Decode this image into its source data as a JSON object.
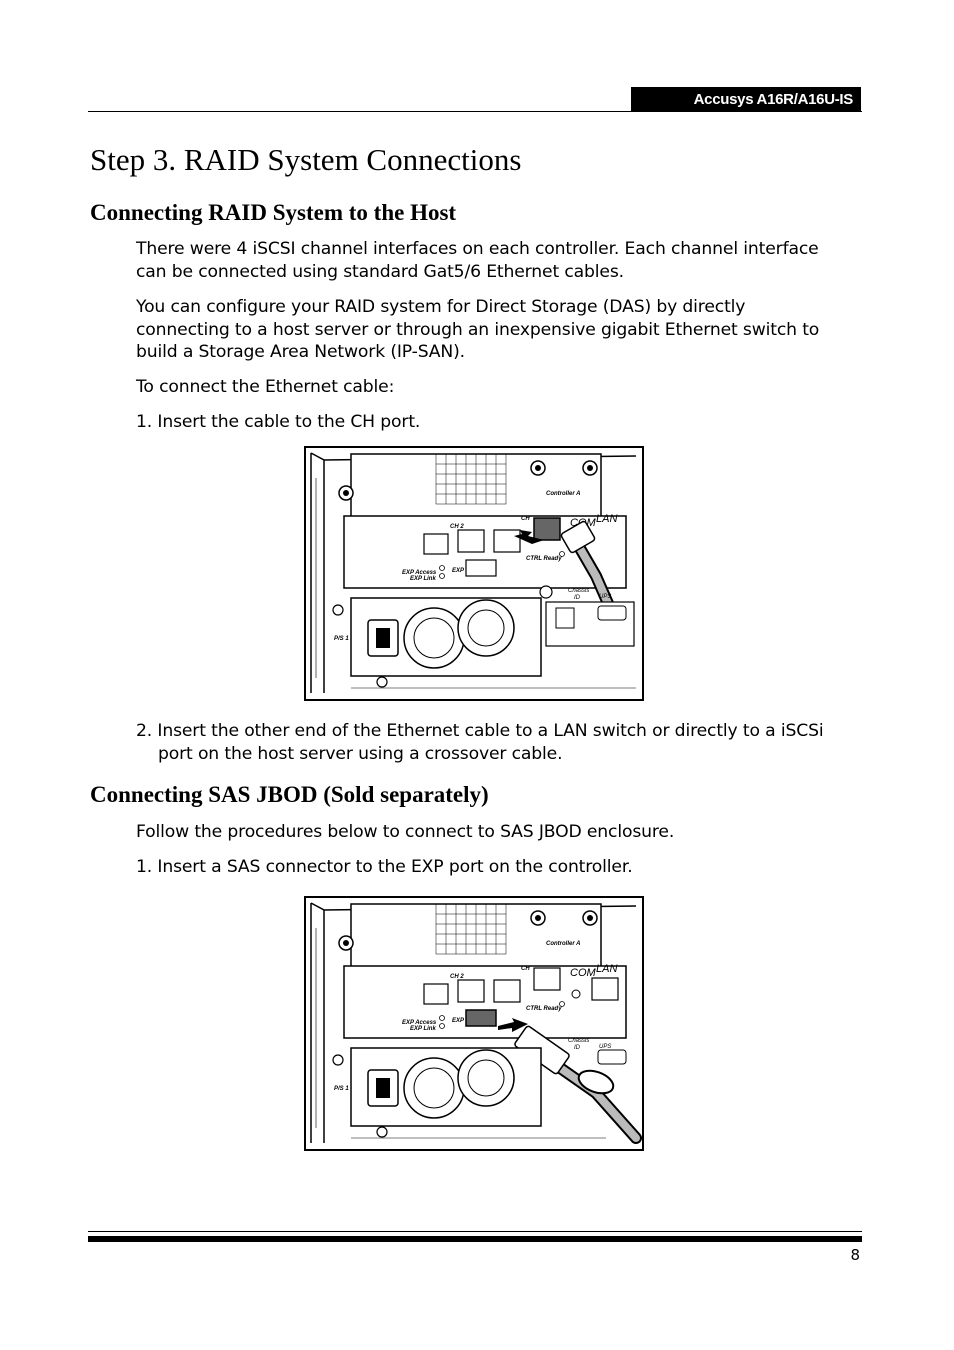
{
  "header": {
    "product": "Accusys A16R/A16U-IS"
  },
  "title": "Step 3. RAID System Connections",
  "section1": {
    "heading": "Connecting RAID System to the Host",
    "p1": "There were 4 iSCSI channel interfaces on each controller. Each channel interface can be connected using standard Gat5/6 Ethernet cables.",
    "p2": "You can configure your RAID system for Direct Storage (DAS) by directly connecting to a host server or through an inexpensive gigabit Ethernet switch to build a Storage Area Network (IP-SAN).",
    "p3": "To connect the Ethernet cable:",
    "step1": "1. Insert the cable to the CH port.",
    "step2": "2. Insert the other end of the Ethernet cable to a LAN switch or directly to a iSCSi port on the host server using a crossover cable."
  },
  "section2": {
    "heading": "Connecting SAS JBOD (Sold separately)",
    "p1": "Follow the procedures below to connect to SAS JBOD enclosure.",
    "step1": "1. Insert a SAS connector to the EXP port on the controller."
  },
  "figure_labels": {
    "controller": "Controller A",
    "com": "COM",
    "lan": "LAN",
    "ch": "CH",
    "ch2": "CH 2",
    "exp": "EXP",
    "exp_access": "EXP Access",
    "exp_link": "EXP Link",
    "ctrl_ready": "CTRL Ready",
    "chassis": "Chassis",
    "id": "ID",
    "ups": "UPS",
    "ps": "P/S 1"
  },
  "footer": {
    "page_number": "8"
  }
}
